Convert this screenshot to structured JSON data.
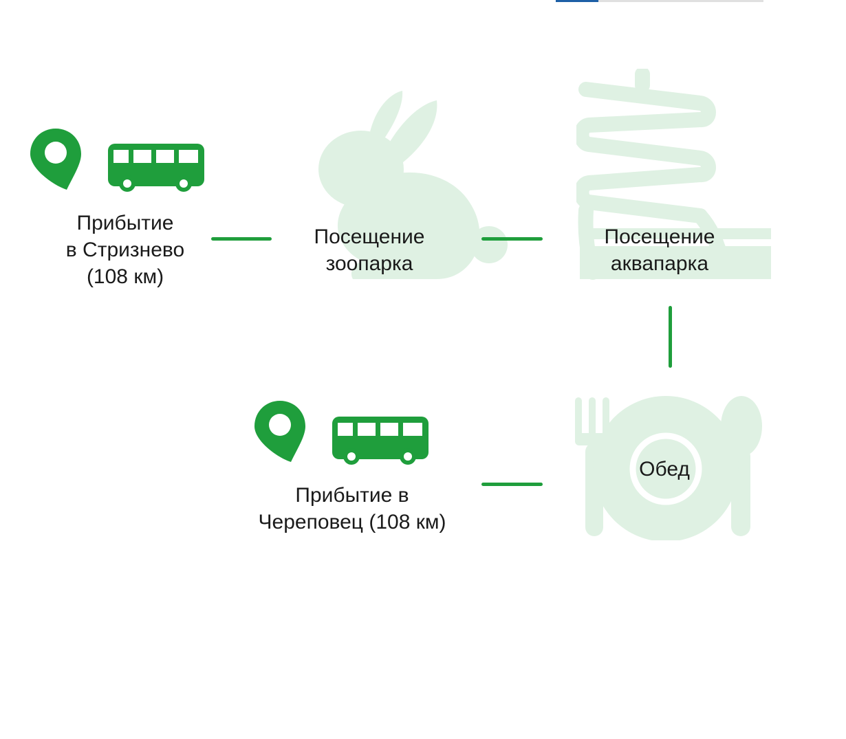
{
  "colors": {
    "accent": "#1f9e3c",
    "watermark": "#dff1e3",
    "top_blue": "#1e5fa6",
    "top_gray": "#e0e0e0"
  },
  "steps": [
    {
      "label": "Прибытие\nв Стризнево\n(108 км)",
      "icons": [
        "location-pin-icon",
        "bus-icon"
      ]
    },
    {
      "label": "Посещение\nзоопарка",
      "icons": [
        "rabbit-icon"
      ]
    },
    {
      "label": "Посещение\nаквапарка",
      "icons": [
        "water-slide-icon"
      ]
    },
    {
      "label": "Обед",
      "icons": [
        "plate-fork-spoon-icon"
      ]
    },
    {
      "label": "Прибытие в\nЧереповец (108 км)",
      "icons": [
        "location-pin-icon",
        "bus-icon"
      ]
    }
  ]
}
